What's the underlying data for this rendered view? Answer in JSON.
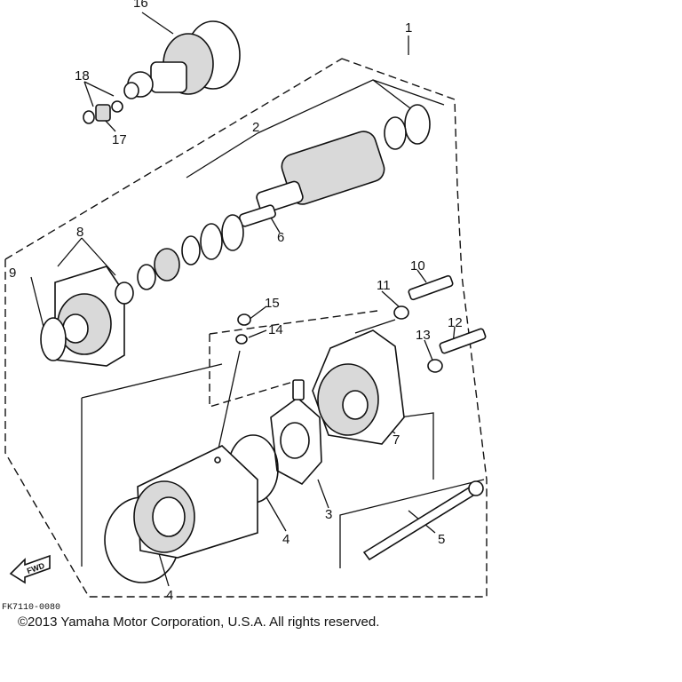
{
  "callouts": {
    "c1": "1",
    "c2": "2",
    "c3": "3",
    "c4a": "4",
    "c4b": "4",
    "c5": "5",
    "c6": "6",
    "c7": "7",
    "c8": "8",
    "c9": "9",
    "c10": "10",
    "c11": "11",
    "c12": "12",
    "c13": "13",
    "c14": "14",
    "c15": "15",
    "c16": "16",
    "c17": "17",
    "c18": "18"
  },
  "direction_label": "FWD",
  "figure_code": "FK7110-0080",
  "copyright": "©2013 Yamaha Motor Corporation, U.S.A. All rights reserved."
}
